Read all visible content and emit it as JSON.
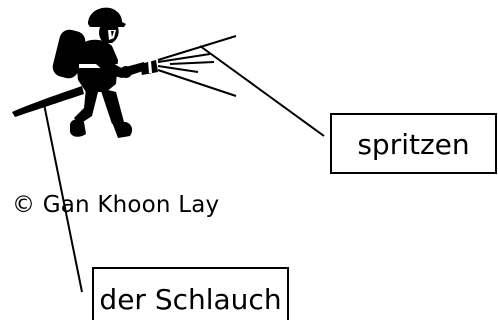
{
  "diagram": {
    "figure": "firefighter-with-hose",
    "labels": {
      "spray": "spritzen",
      "hose": "der Schlauch"
    },
    "credit": "© Gan Khoon Lay",
    "colors": {
      "ink": "#000000",
      "background": "#ffffff"
    }
  }
}
